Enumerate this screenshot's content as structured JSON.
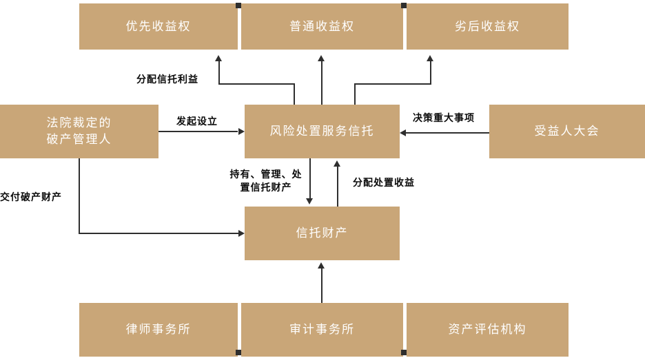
{
  "diagram": {
    "boxes": {
      "priority": "优先收益权",
      "ordinary": "普通收益权",
      "subordinate": "劣后收益权",
      "administrator_line1": "法院裁定的",
      "administrator_line2": "破产管理人",
      "trust": "风险处置服务信托",
      "beneficiary_meeting": "受益人大会",
      "trust_property": "信托财产",
      "law_firm": "律师事务所",
      "audit_firm": "审计事务所",
      "appraisal_agency": "资产评估机构"
    },
    "labels": {
      "distribute_trust_benefits": "分配信托利益",
      "initiate_setup": "发起设立",
      "decide_major_matters": "决策重大事项",
      "hold_manage_line1": "持有、管理、处",
      "hold_manage_line2": "置信托财产",
      "distribute_disposal_proceeds": "分配处置收益",
      "deliver_bankruptcy_assets": "交付破产财产"
    },
    "colors": {
      "box_fill": "#C9A678",
      "box_text": "#FFFFFF",
      "line": "#2E2E2E",
      "label_text": "#0B0B0B"
    }
  }
}
